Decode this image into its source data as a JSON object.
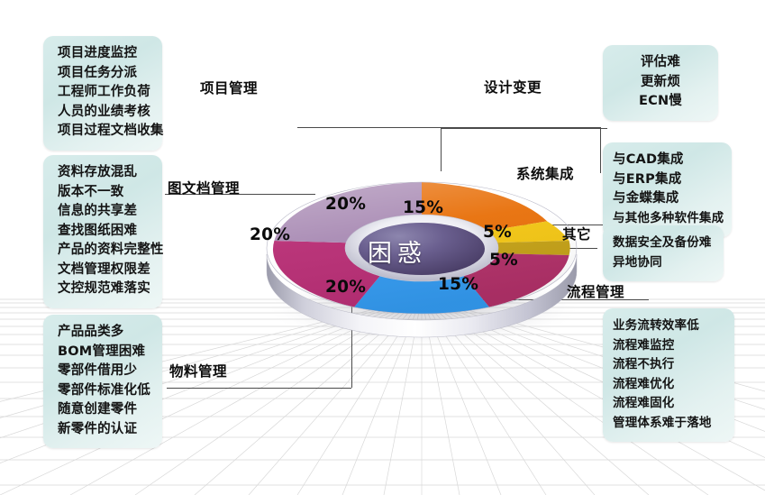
{
  "chart_data": {
    "type": "pie",
    "title": "",
    "center_label": "困惑",
    "categories": [
      "项目管理",
      "设计变更",
      "系统集成",
      "其它",
      "流程管理",
      "物料管理",
      "图文档管理"
    ],
    "values": [
      20,
      15,
      5,
      5,
      15,
      20,
      20
    ],
    "labels": [
      "20%",
      "15%",
      "5%",
      "5%",
      "15%",
      "20%",
      "20%"
    ],
    "colors": [
      "#a98bb4",
      "#e8700a",
      "#f2c513",
      "#c3a016",
      "#b03068",
      "#3399ee",
      "#b72d74"
    ],
    "legend_position": "callouts",
    "grid": false
  },
  "segments": [
    {
      "name": "项目管理",
      "pct": "20%",
      "color": "#a98bb4"
    },
    {
      "name": "设计变更",
      "pct": "15%",
      "color": "#e8700a"
    },
    {
      "name": "系统集成",
      "pct": "5%",
      "color": "#f2c513"
    },
    {
      "name": "其它",
      "pct": "5%",
      "color": "#c3a016"
    },
    {
      "name": "流程管理",
      "pct": "15%",
      "color": "#b03068"
    },
    {
      "name": "物料管理",
      "pct": "20%",
      "color": "#3399ee"
    },
    {
      "name": "图文档管理",
      "pct": "20%",
      "color": "#b72d74"
    }
  ],
  "labels": {
    "project_management": "项目管理",
    "design_change": "设计变更",
    "system_integration": "系统集成",
    "others": "其它",
    "process_management": "流程管理",
    "material_management": "物料管理",
    "document_management": "图文档管理"
  },
  "callouts": {
    "project_management": {
      "lines": [
        "项目进度监控",
        "项目任务分派",
        "工程师工作负荷",
        "人员的业绩考核",
        "项目过程文档收集"
      ]
    },
    "document_management": {
      "lines": [
        "资料存放混乱",
        "版本不一致",
        "信息的共享差",
        "查找图纸困难",
        "产品的资料完整性",
        "文档管理权限差",
        "文控规范难落实"
      ]
    },
    "material_management": {
      "lines": [
        "产品品类多",
        "BOM管理困难",
        "零部件借用少",
        "零部件标准化低",
        "随意创建零件",
        "新零件的认证"
      ]
    },
    "design_change": {
      "lines": [
        "评估难",
        "更新烦",
        "ECN慢"
      ]
    },
    "system_integration": {
      "lines": [
        "与CAD集成",
        "与ERP集成",
        "与金蝶集成",
        "与其他多种软件集成"
      ]
    },
    "others": {
      "lines": [
        "数据安全及备份难",
        "异地协同"
      ]
    },
    "process_management": {
      "lines": [
        "业务流转效率低",
        "流程难监控",
        "流程不执行",
        "流程难优化",
        "流程难固化",
        "管理体系难于落地"
      ]
    }
  },
  "theme": {
    "callout_bg": "#d7eceb",
    "leader_line": "#4a4a4a",
    "center_fill": "#5b4f7e",
    "background": "#ffffff"
  }
}
